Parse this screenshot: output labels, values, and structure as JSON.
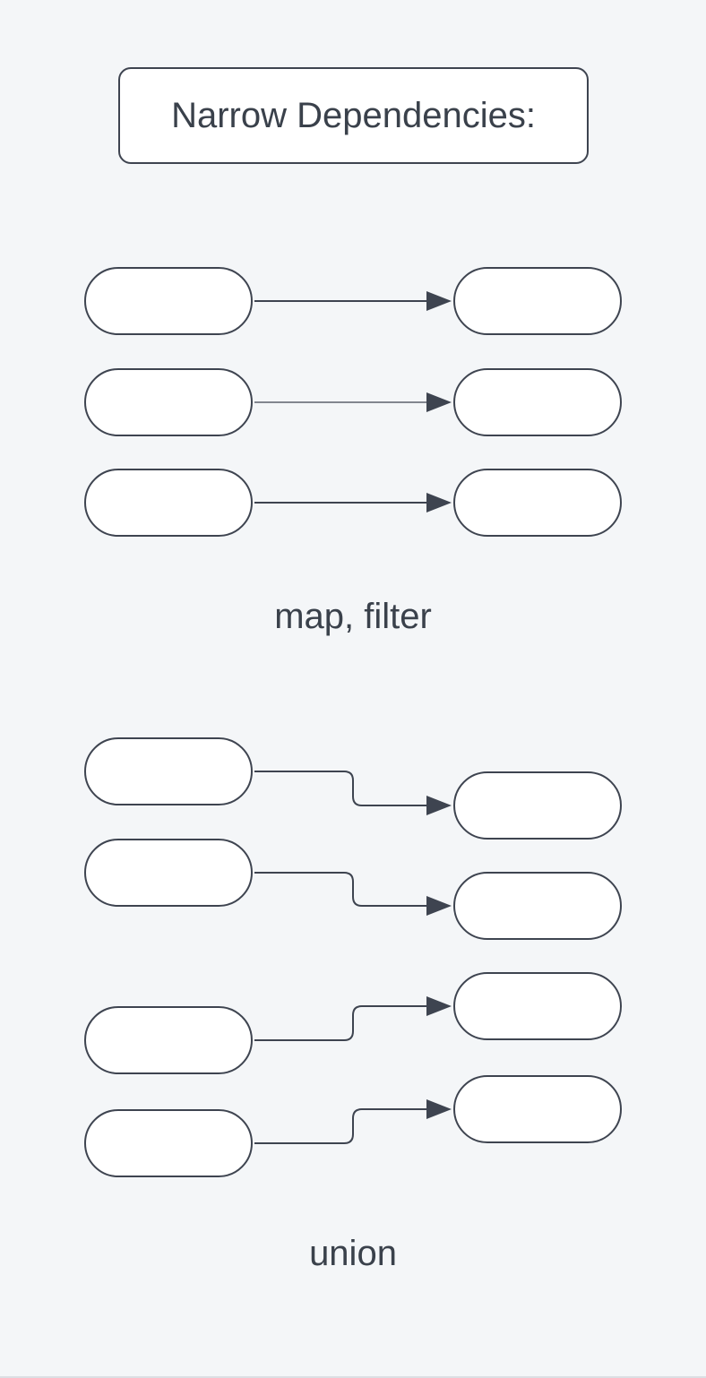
{
  "colors": {
    "page-bg": "#f4f6f8",
    "stroke": "#3e4450",
    "text": "#3a414b",
    "node-fill": "#ffffff"
  },
  "diagram": {
    "title": "Narrow Dependencies:",
    "sections": [
      {
        "id": "map-filter",
        "caption": "map, filter",
        "mapping": "one-to-one",
        "pair_count": 3
      },
      {
        "id": "union",
        "caption": "union",
        "mapping": "one-to-one-offset",
        "pair_count": 4
      }
    ]
  }
}
